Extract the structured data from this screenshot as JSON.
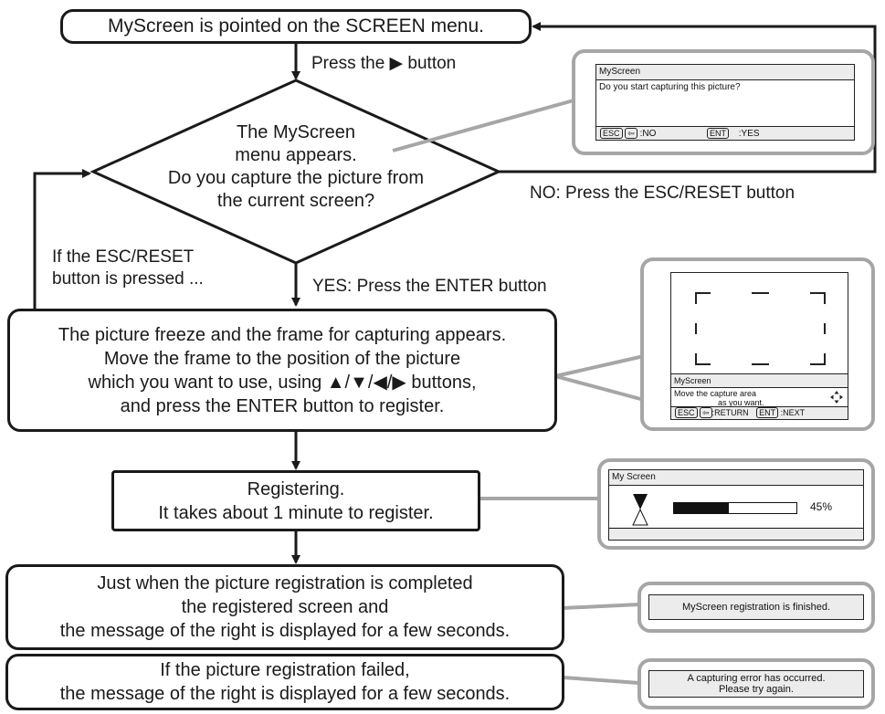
{
  "nodes": {
    "start": "MyScreen is pointed on the SCREEN menu.",
    "decision": [
      "The MyScreen",
      "menu appears.",
      "Do you capture the picture from",
      "the current screen?"
    ],
    "freeze": [
      "The picture freeze and the frame for capturing appears.",
      "Move the frame to the position of the picture",
      "which you want to use, using ▲/▼/◀/▶ buttons,",
      "and press the ENTER button to register."
    ],
    "registering": [
      "Registering.",
      "It takes about 1 minute to register."
    ],
    "completed": [
      "Just when the picture registration is completed",
      "the registered screen and",
      "the message of the right is displayed for a few seconds."
    ],
    "failed": [
      "If the picture registration failed,",
      "the message of the right is displayed for a few seconds."
    ]
  },
  "edges": {
    "press_right": "Press the ▶ button",
    "no_label": "NO: Press the ESC/RESET button",
    "yes_label": "YES: Press the ENTER button",
    "esc_pressed": [
      "If the ESC/RESET",
      "button is pressed ..."
    ]
  },
  "screens": {
    "confirm": {
      "title": "MyScreen",
      "message": "Do you start capturing this picture?",
      "esc_key": "ESC",
      "back_key": "⇦",
      "no_label": ":NO",
      "ent_key": "ENT",
      "yes_label": ":YES"
    },
    "capture": {
      "title": "MyScreen",
      "message_line1": "Move the capture area",
      "message_line2": "as you want.",
      "esc_key": "ESC",
      "back_key": "⇦",
      "return_label": ":RETURN",
      "ent_key": "ENT",
      "next_label": ":NEXT"
    },
    "progress": {
      "title": "My Screen",
      "percent_label": "45%",
      "fraction": 0.45
    },
    "finished": {
      "message": "MyScreen registration is finished."
    },
    "error": {
      "message_line1": "A capturing error has occurred.",
      "message_line2": "Please try again."
    }
  }
}
